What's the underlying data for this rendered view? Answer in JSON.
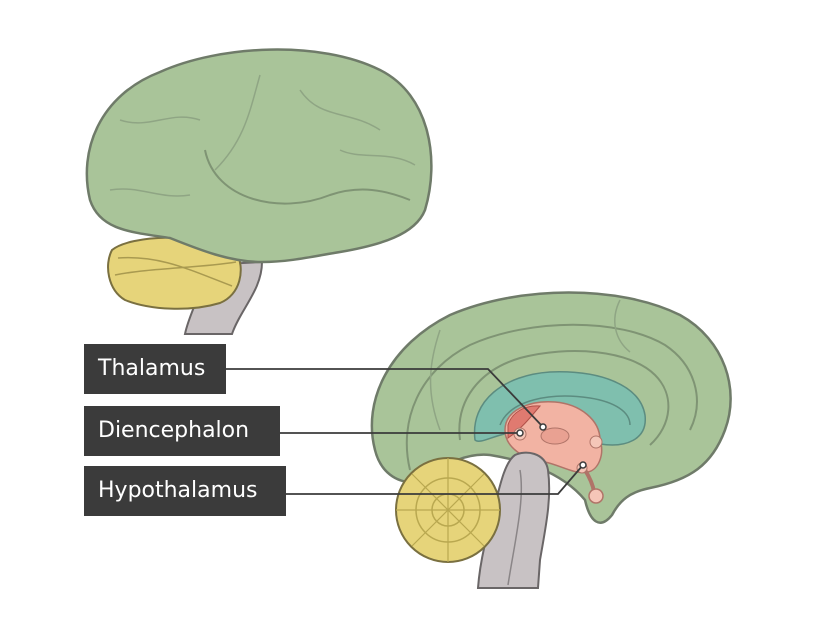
{
  "labels": {
    "thalamus": "Thalamus",
    "diencephalon": "Diencephalon",
    "hypothalamus": "Hypothalamus"
  },
  "colors": {
    "cerebrum": "#a9c499",
    "cerebrum_outline": "#6f7b69",
    "cerebellum": "#e6d47a",
    "brainstem": "#c8c2c4",
    "ventricle": "#7fbfae",
    "diencephalon": "#f2b3a3",
    "label_background": "#3b3b3b",
    "label_text": "#ffffff"
  }
}
